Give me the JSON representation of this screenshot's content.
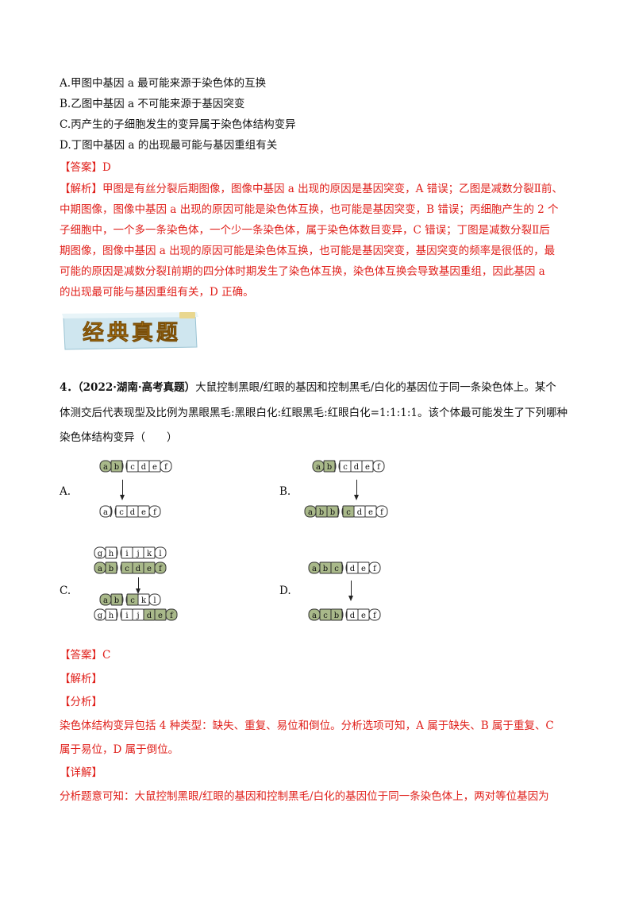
{
  "options_prev": [
    "A.甲图中基因 a 最可能来源于染色体的互换",
    "B.乙图中基因 a 不可能来源于基因突变",
    "C.丙产生的子细胞发生的变异属于染色体结构变异",
    "D.丁图中基因 a 的出现最可能与基因重组有关"
  ],
  "answer1": "【答案】D",
  "analysis1": [
    "【解析】甲图是有丝分裂后期图像，图像中基因 a 出现的原因是基因突变，A 错误；乙图是减数分裂Ⅱ前、",
    "中期图像，图像中基因 a 出现的原因可能是染色体互换，也可能是基因突变，B 错误；丙细胞产生的 2 个",
    "子细胞中，一个多一条染色体，一个少一条染色体，属于染色体数目变异，C 错误；丁图是减数分裂Ⅱ后",
    "期图像，图像中基因 a 出现的原因可能是染色体互换，也可能是基因突变，基因突变的频率是很低的，最",
    "可能的原因是减数分裂Ⅰ前期的四分体时期发生了染色体互换，染色体互换会导致基因重组，因此基因 a",
    "的出现最可能与基因重组有关，D 正确。"
  ],
  "banner_text": "经典真题",
  "question": {
    "number": "4．",
    "source": "（2022·湖南·高考真题）",
    "line1": "大鼠控制黑眼/红眼的基因和控制黑毛/白化的基因位于同一条染色体上。某个",
    "line2": "体测交后代表现型及比例为黑眼黑毛:黑眼白化:红眼黑毛:红眼白化=1:1:1:1。该个体最可能发生了下列哪种",
    "line3": "染色体结构变异（　　）"
  },
  "option_labels": [
    "A.",
    "B.",
    "C.",
    "D."
  ],
  "chromosomes": {
    "A_top": [
      "a",
      "b",
      "c",
      "d",
      "e",
      "f"
    ],
    "A_bottom": [
      "a",
      "c",
      "d",
      "e",
      "f"
    ],
    "B_top": [
      "a",
      "b",
      "c",
      "d",
      "e",
      "f"
    ],
    "B_bottom": [
      "a",
      "b",
      "b",
      "c",
      "d",
      "e",
      "f"
    ],
    "C_top1": [
      "g",
      "h",
      "i",
      "j",
      "k",
      "l"
    ],
    "C_top2": [
      "a",
      "b",
      "c",
      "d",
      "e",
      "f"
    ],
    "C_bot1": [
      "a",
      "b",
      "c",
      "k",
      "l"
    ],
    "C_bot2": [
      "g",
      "h",
      "i",
      "j",
      "d",
      "e",
      "f"
    ],
    "D_top": [
      "a",
      "b",
      "c",
      "d",
      "e",
      "f"
    ],
    "D_bottom": [
      "a",
      "c",
      "b",
      "d",
      "e",
      "f"
    ]
  },
  "answer2": "【答案】C",
  "jiexi": "【解析】",
  "fenxi": "【分析】",
  "fenxi_text": [
    "染色体结构变异包括 4 种类型：缺失、重复、易位和倒位。分析选项可知，A 属于缺失、B 属于重复、C",
    "属于易位，D 属于倒位。"
  ],
  "xiangjie": "【详解】",
  "xiangjie_text": "分析题意可知：大鼠控制黑眼/红眼的基因和控制黑毛/白化的基因位于同一条染色体上，两对等位基因为",
  "colors": {
    "red": "#e0201b",
    "green_shade": "#a9b98a",
    "green_dark": "#8a9c6a"
  }
}
